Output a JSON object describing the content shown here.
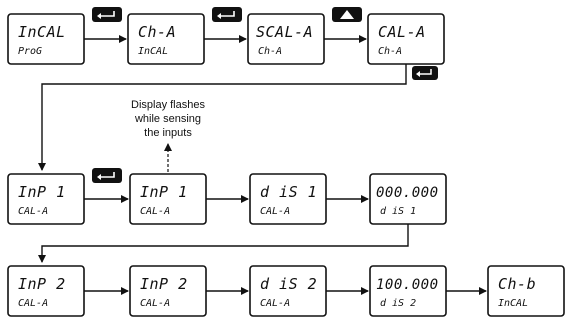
{
  "note": {
    "lines": [
      "Display flashes",
      "while sensing",
      "the inputs"
    ]
  },
  "rows": [
    {
      "boxes": [
        {
          "line1": "InCAL",
          "line2": "ProG"
        },
        {
          "line1": "Ch-A",
          "line2": "InCAL"
        },
        {
          "line1": "SCAL-A",
          "line2": "Ch-A"
        },
        {
          "line1": "CAL-A",
          "line2": "Ch-A"
        }
      ],
      "connectors": [
        "enter",
        "enter",
        "up"
      ]
    },
    {
      "boxes": [
        {
          "line1": "InP 1",
          "line2": "CAL-A"
        },
        {
          "line1": "InP 1",
          "line2": "CAL-A"
        },
        {
          "line1": "d iS 1",
          "line2": "CAL-A"
        },
        {
          "line1": "000.000",
          "line2": "d iS 1"
        }
      ],
      "connectors": [
        "enter",
        "none",
        "none"
      ]
    },
    {
      "boxes": [
        {
          "line1": "InP 2",
          "line2": "CAL-A"
        },
        {
          "line1": "InP 2",
          "line2": "CAL-A"
        },
        {
          "line1": "d iS 2",
          "line2": "CAL-A"
        },
        {
          "line1": "100.000",
          "line2": "d iS 2"
        },
        {
          "line1": "Ch-b",
          "line2": "InCAL"
        }
      ],
      "connectors": [
        "none",
        "none",
        "none",
        "none"
      ]
    }
  ],
  "colors": {
    "line": "#111111",
    "button": "#111111",
    "button_glyph": "#ffffff",
    "box_bg": "#ffffff"
  }
}
